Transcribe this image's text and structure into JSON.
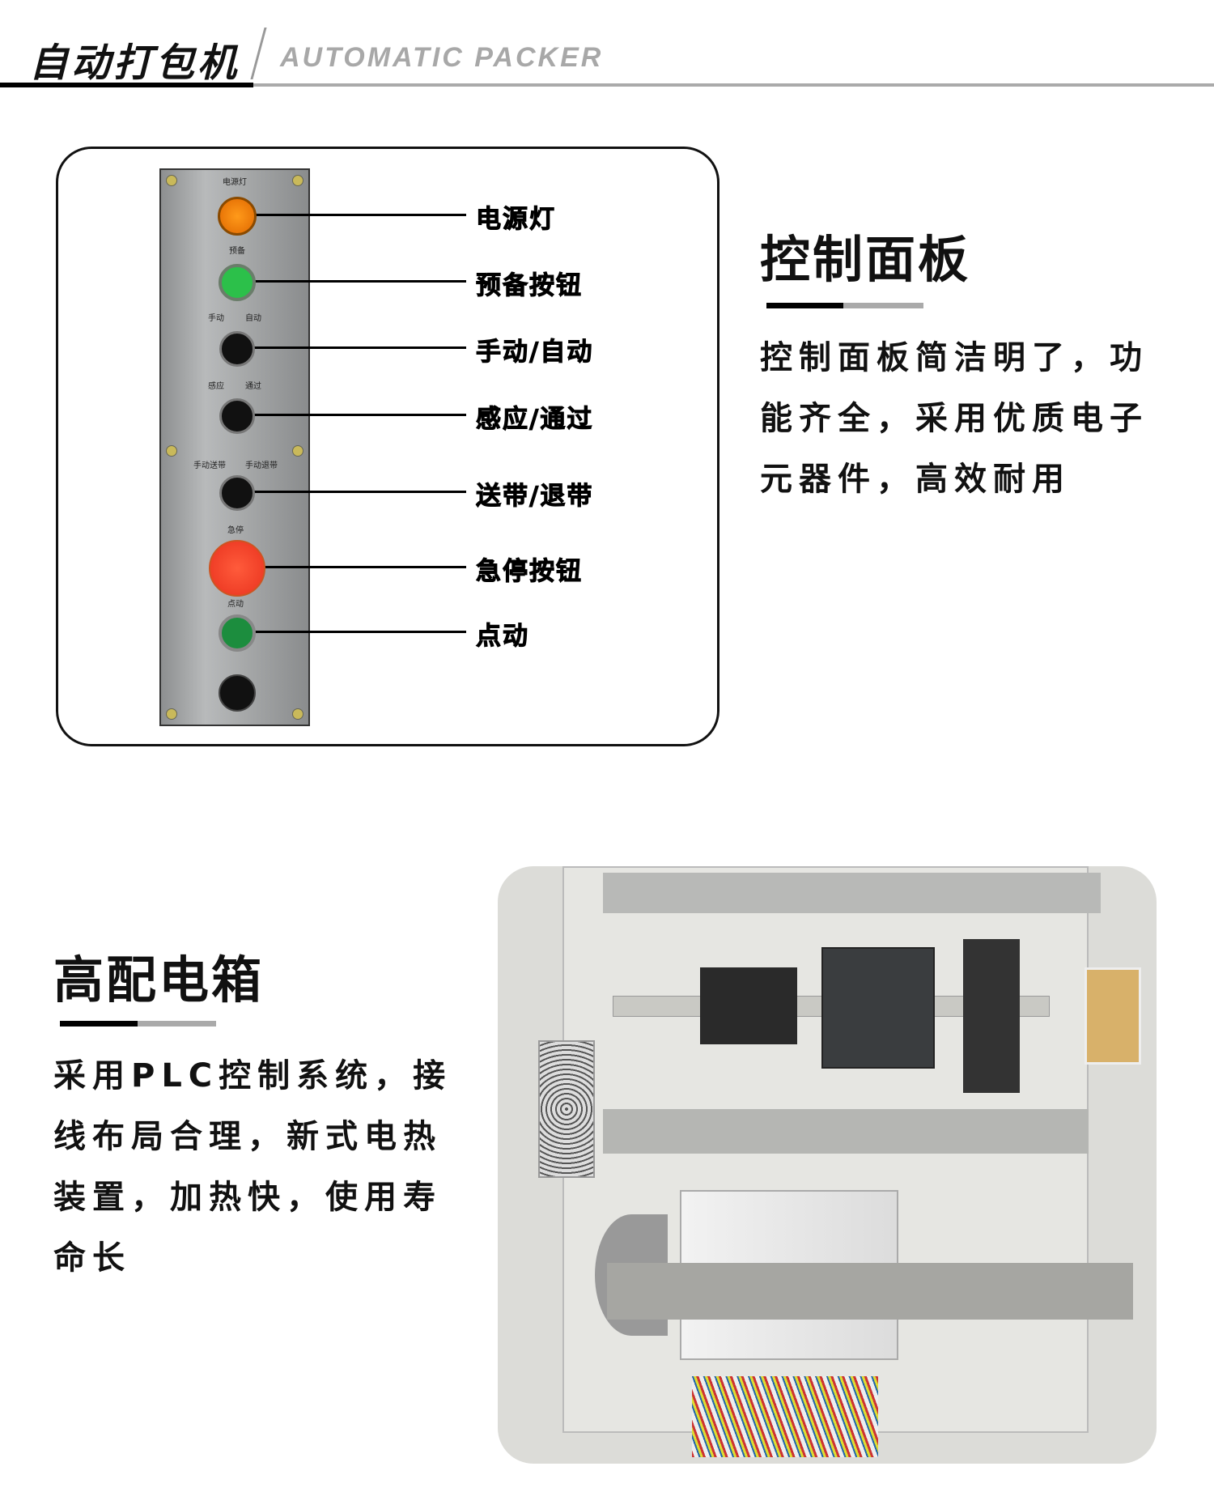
{
  "header": {
    "title": "自动打包机",
    "subtitle": "AUTOMATIC PACKER"
  },
  "control_panel": {
    "plate_labels": [
      "电源灯",
      "预备",
      "手动",
      "自动",
      "感应",
      "通过",
      "手动送带",
      "手动退带",
      "急停",
      "点动"
    ],
    "callouts": [
      "电源灯",
      "预备按钮",
      "手动/自动",
      "感应/通过",
      "送带/退带",
      "急停按钮",
      "点动"
    ],
    "heading": "控制面板",
    "description_lines": [
      "控制面板简洁明了，功",
      "能齐全，采用优质电子",
      "元器件，高效耐用"
    ]
  },
  "electric_box": {
    "heading": "高配电箱",
    "description_lines": [
      "采用PLC控制系统，接",
      "线布局合理，新式电热",
      "装置，加热快，使用寿",
      "命长"
    ]
  },
  "colors": {
    "accent_black": "#000000",
    "accent_grey": "#aaaaaa",
    "indicator_red": "#ff0000"
  }
}
